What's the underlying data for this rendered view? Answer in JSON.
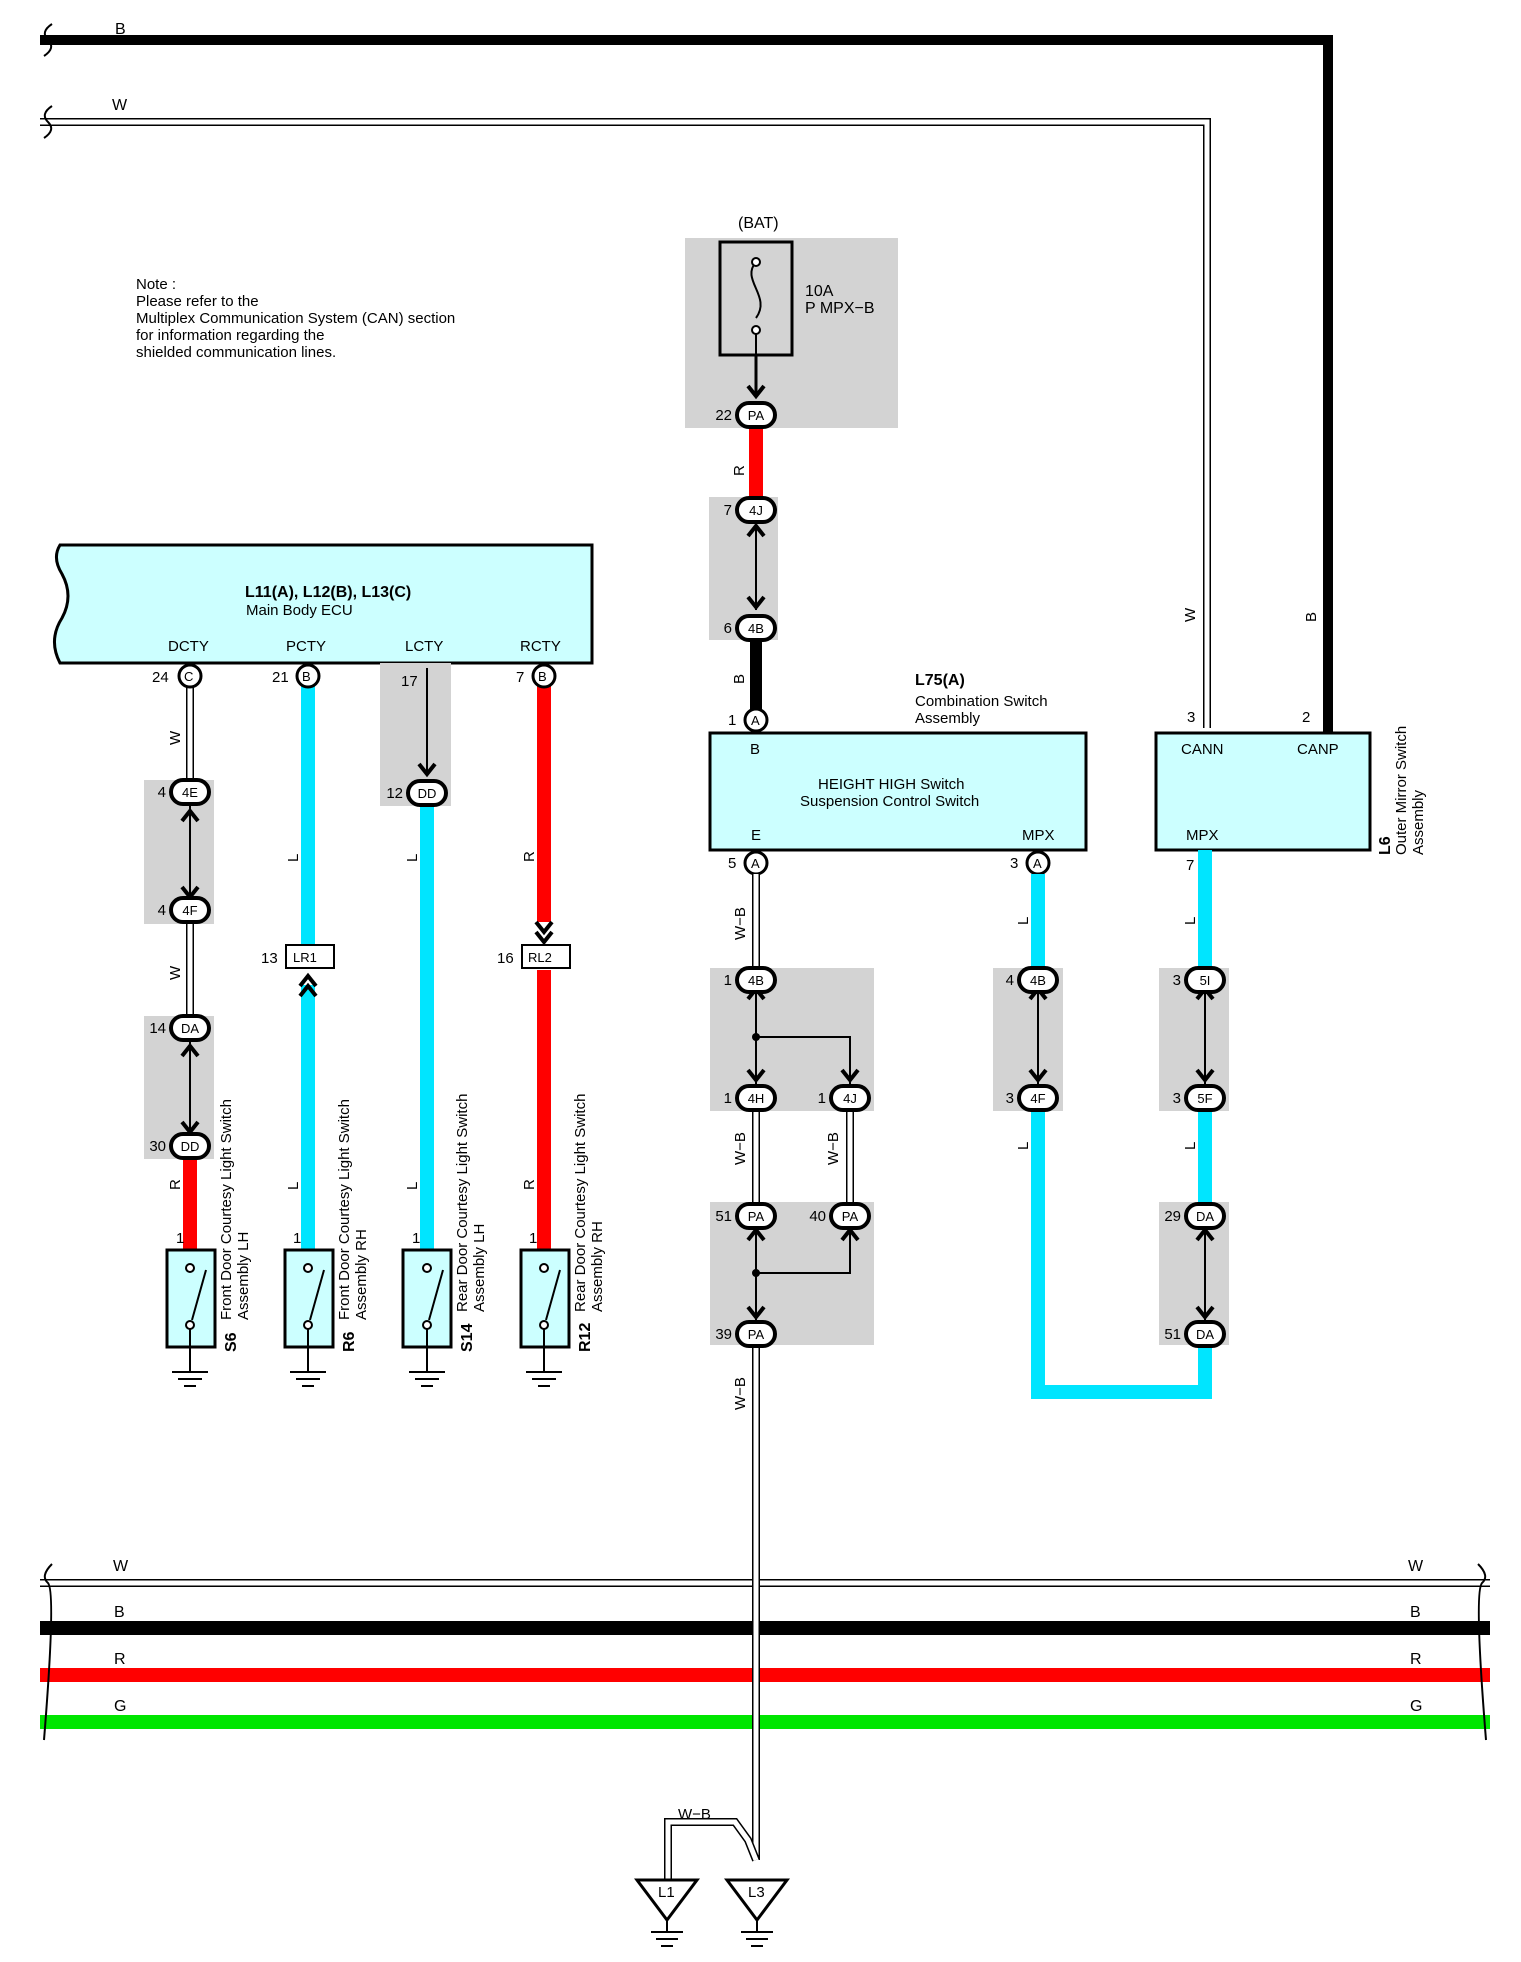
{
  "note": {
    "lines": [
      "Note :",
      "Please refer to the",
      "Multiplex Communication System (CAN) section",
      "for information regarding the",
      "shielded communication lines."
    ]
  },
  "bus_top": {
    "b_label": "B",
    "w_label": "W"
  },
  "bus_bottom": {
    "w_left": "W",
    "w_right": "W",
    "b_left": "B",
    "b_right": "B",
    "r_left": "R",
    "r_right": "R",
    "g_left": "G",
    "g_right": "G"
  },
  "colors": {
    "black": "#000000",
    "red": "#ff0000",
    "cyan": "#00e5ff",
    "green": "#00e600",
    "component_fill": "#ccffff",
    "connector_shade": "#d3d3d3"
  },
  "fuse": {
    "source": "(BAT)",
    "rating": "10A",
    "name": "P MPX−B",
    "out_pin": "22",
    "out_conn": "PA"
  },
  "ecu": {
    "id": "L11(A), L12(B), L13(C)",
    "name": "Main Body ECU",
    "terminals": [
      {
        "name": "DCTY",
        "pin": "24",
        "conn": "C"
      },
      {
        "name": "PCTY",
        "pin": "21",
        "conn": "B"
      },
      {
        "name": "LCTY",
        "pin": "17",
        "conn": ""
      },
      {
        "name": "RCTY",
        "pin": "7",
        "conn": "B"
      }
    ]
  },
  "combination_switch": {
    "id": "L75(A)",
    "name_line1": "Combination Switch",
    "name_line2": "Assembly",
    "inner_line1": "HEIGHT HIGH Switch",
    "inner_line2": "Suspension Control Switch",
    "term_b": "B",
    "term_e": "E",
    "term_mpx": "MPX",
    "pin_b": "1",
    "conn_b": "A",
    "pin_e": "5",
    "conn_e": "A",
    "pin_mpx": "3",
    "conn_mpx": "A"
  },
  "mirror_switch": {
    "id": "L6",
    "name_line1": "Outer Mirror Switch",
    "name_line2": "Assembly",
    "term_cann": "CANN",
    "term_canp": "CANP",
    "term_mpx": "MPX",
    "pin_cann": "3",
    "pin_canp": "2",
    "pin_mpx": "7"
  },
  "wires": {
    "r": "R",
    "b": "B",
    "w": "W",
    "l": "L",
    "wb": "W−B"
  },
  "connectors": {
    "c_4J_top": {
      "pin": "7",
      "name": "4J"
    },
    "c_4B_top": {
      "pin": "6",
      "name": "4B"
    },
    "c_4E": {
      "pin": "4",
      "name": "4E"
    },
    "c_4F_left": {
      "pin": "4",
      "name": "4F"
    },
    "c_DA_left": {
      "pin": "14",
      "name": "DA"
    },
    "c_DD_left": {
      "pin": "30",
      "name": "DD"
    },
    "c_DD_lcty": {
      "pin": "12",
      "name": "DD"
    },
    "c_LR1": {
      "pin": "13",
      "name": "LR1"
    },
    "c_RL2": {
      "pin": "16",
      "name": "RL2"
    },
    "c_4B_mid": {
      "pin": "1",
      "name": "4B"
    },
    "c_4H": {
      "pin": "1",
      "name": "4H"
    },
    "c_4J_mid": {
      "pin": "1",
      "name": "4J"
    },
    "c_PA51": {
      "pin": "51",
      "name": "PA"
    },
    "c_PA40": {
      "pin": "40",
      "name": "PA"
    },
    "c_PA39": {
      "pin": "39",
      "name": "PA"
    },
    "c_4B_mpx": {
      "pin": "4",
      "name": "4B"
    },
    "c_4F_mpx": {
      "pin": "3",
      "name": "4F"
    },
    "c_5I": {
      "pin": "3",
      "name": "5I"
    },
    "c_5F": {
      "pin": "3",
      "name": "5F"
    },
    "c_DA29": {
      "pin": "29",
      "name": "DA"
    },
    "c_DA51": {
      "pin": "51",
      "name": "DA"
    }
  },
  "courtesy_switches": [
    {
      "id": "S6",
      "line1": "Front Door Courtesy Light Switch",
      "line2": "Assembly LH",
      "pin": "1"
    },
    {
      "id": "R6",
      "line1": "Front Door Courtesy Light Switch",
      "line2": "Assembly RH",
      "pin": "1"
    },
    {
      "id": "S14",
      "line1": "Rear Door Courtesy Light Switch",
      "line2": "Assembly LH",
      "pin": "1"
    },
    {
      "id": "R12",
      "line1": "Rear Door Courtesy Light Switch",
      "line2": "Assembly RH",
      "pin": "1"
    }
  ],
  "grounds": {
    "g1": "L1",
    "g2": "L3",
    "wire": "W−B"
  }
}
